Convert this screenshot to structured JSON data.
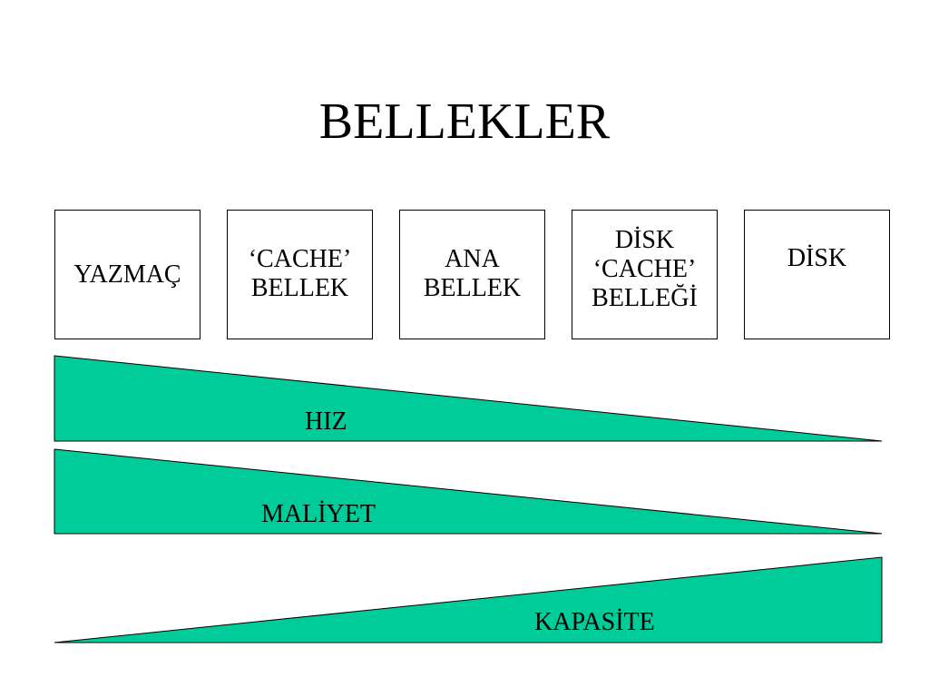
{
  "title": "BELLEKLER",
  "boxes": [
    {
      "label": "YAZMAÇ"
    },
    {
      "label": "‘CACHE’\nBELLEK"
    },
    {
      "label": "ANA\nBELLEK"
    },
    {
      "label": "DİSK\n‘CACHE’\nBELLEĞİ"
    },
    {
      "label": "DİSK"
    }
  ],
  "wedges": {
    "fill_color": "#00CC99",
    "speed": "HIZ",
    "cost": "MALİYET",
    "capacity": "KAPASİTE"
  }
}
